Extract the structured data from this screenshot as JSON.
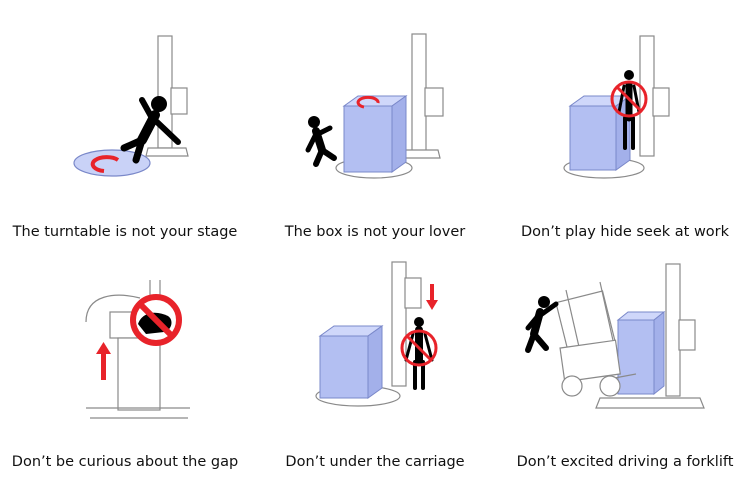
{
  "colors": {
    "accent_red": "#e8232a",
    "box_blue": "#b3bff2",
    "line_gray": "#8a8a8a",
    "figure_black": "#000000"
  },
  "panels": [
    {
      "caption": "The turntable is not your stage",
      "icons": [
        "wrapping-machine-icon",
        "falling-person-icon",
        "rotation-arrow-icon"
      ]
    },
    {
      "caption": "The box is not your lover",
      "icons": [
        "wrapping-machine-icon",
        "blue-box-icon",
        "falling-person-icon",
        "rotation-arrow-icon"
      ]
    },
    {
      "caption": "Don’t play hide seek at work",
      "icons": [
        "wrapping-machine-icon",
        "blue-box-icon",
        "standing-person-icon",
        "prohibition-icon"
      ]
    },
    {
      "caption": "Don’t be curious about the gap",
      "icons": [
        "carriage-closeup-icon",
        "hand-icon",
        "prohibition-icon",
        "up-arrow-icon"
      ]
    },
    {
      "caption": "Don’t under the carriage",
      "icons": [
        "wrapping-machine-icon",
        "blue-box-icon",
        "standing-person-icon",
        "prohibition-icon",
        "down-arrow-icon"
      ]
    },
    {
      "caption": "Don’t excited driving a forklift",
      "icons": [
        "wrapping-machine-icon",
        "blue-box-icon",
        "forklift-icon",
        "falling-person-icon"
      ]
    }
  ]
}
